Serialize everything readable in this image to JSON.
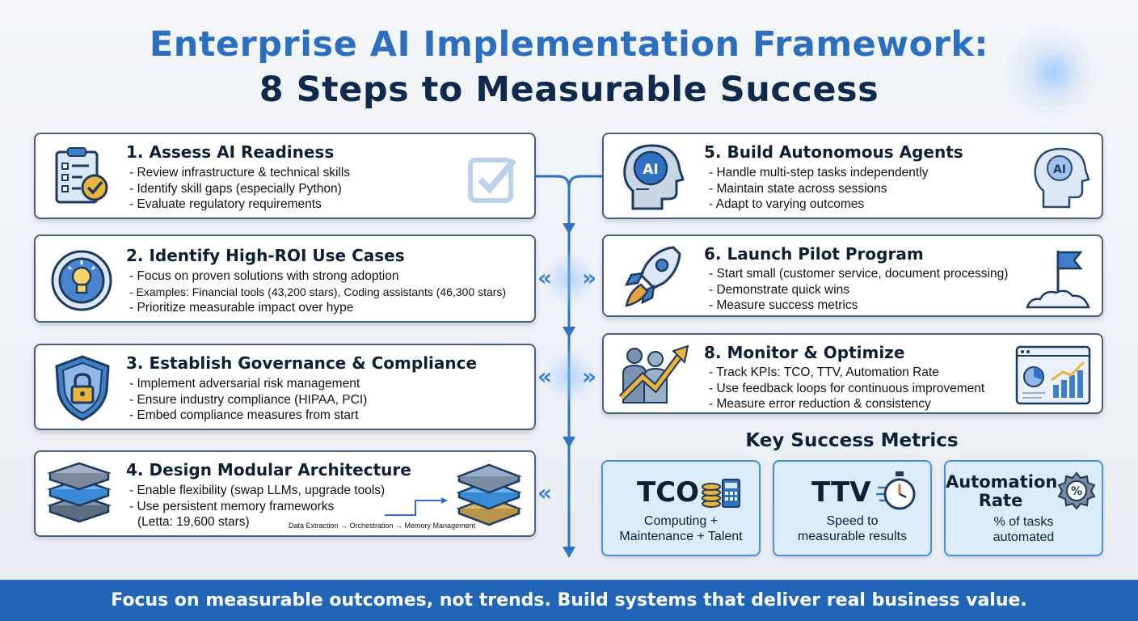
{
  "title": {
    "line1": "Enterprise AI Implementation Framework:",
    "line2": "8 Steps to Measurable Success"
  },
  "steps": [
    {
      "title": "1. Assess AI Readiness",
      "icon": "clipboard-check-icon",
      "bullets": [
        "- Review infrastructure & technical skills",
        "- Identify skill gaps (especially Python)",
        "- Evaluate regulatory requirements"
      ]
    },
    {
      "title": "2. Identify High-ROI Use Cases",
      "icon": "lightbulb-icon",
      "bullets": [
        "- Focus on proven solutions with strong adoption",
        "- Examples: Financial tools (43,200 stars), Coding assistants (46,300 stars)",
        "- Prioritize measurable impact over hype"
      ]
    },
    {
      "title": "3. Establish Governance & Compliance",
      "icon": "shield-lock-icon",
      "bullets": [
        "- Implement adversarial risk management",
        "- Ensure industry compliance (HIPAA, PCI)",
        "- Embed compliance measures from start"
      ]
    },
    {
      "title": "4. Design Modular Architecture",
      "icon": "stacked-layers-icon",
      "bullets": [
        "- Enable flexibility (swap LLMs, upgrade tools)",
        "- Use persistent memory frameworks",
        "(Letta: 19,600 stars)"
      ],
      "note": "Data Extraction → Orchestration → Memory Management"
    },
    {
      "title": "5. Build Autonomous Agents",
      "icon": "ai-robot-head-icon",
      "bullets": [
        "- Handle multi-step tasks independently",
        "- Maintain state across sessions",
        "- Adapt to varying outcomes"
      ]
    },
    {
      "title": "6. Launch Pilot Program",
      "icon": "rocket-icon",
      "bullets": [
        "- Start small (customer service, document processing)",
        "- Demonstrate quick wins",
        "- Measure success metrics"
      ]
    },
    {
      "title": "8. Monitor & Optimize",
      "icon": "growth-chart-icon",
      "bullets": [
        "- Track KPIs: TCO, TTV, Automation Rate",
        "- Use feedback loops for continuous improvement",
        "- Measure error reduction & consistency"
      ]
    }
  ],
  "metrics": {
    "heading": "Key Success Metrics",
    "items": [
      {
        "label": "TCO",
        "desc": [
          "Computing +",
          "Maintenance + Talent"
        ],
        "icon": "coins-calculator-icon"
      },
      {
        "label": "TTV",
        "desc": [
          "Speed to",
          "measurable results"
        ],
        "icon": "stopwatch-icon"
      },
      {
        "label": "Automation Rate",
        "label_lines": [
          "Automation",
          "Rate"
        ],
        "desc": [
          "% of tasks",
          "automated"
        ],
        "icon": "gear-percent-icon"
      }
    ]
  },
  "footer": "Focus on measurable outcomes, not trends. Build systems that deliver real business value.",
  "colors": {
    "accent": "#2c6fc0",
    "navy": "#0f2a4d",
    "footer_bg": "#2065b8",
    "metric_bg": "#dcecfb",
    "metric_border": "#4a90d9"
  }
}
